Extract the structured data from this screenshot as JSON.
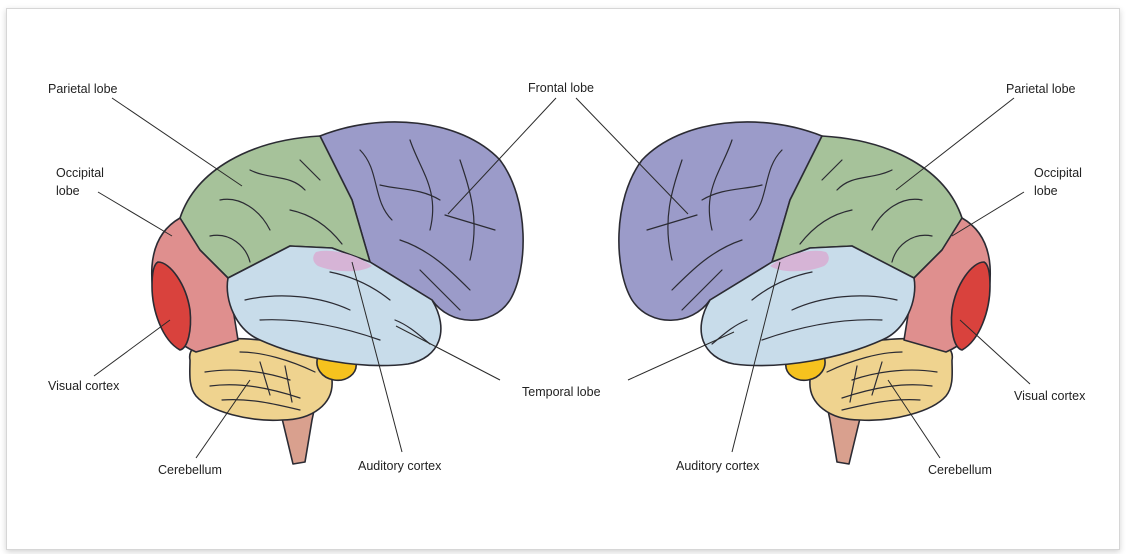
{
  "labels": {
    "left": {
      "parietal_lobe": "Parietal lobe",
      "occipital_lobe_line1": "Occipital",
      "occipital_lobe_line2": "lobe",
      "visual_cortex": "Visual cortex",
      "cerebellum": "Cerebellum",
      "auditory_cortex": "Auditory cortex"
    },
    "center": {
      "frontal_lobe": "Frontal lobe",
      "temporal_lobe": "Temporal lobe"
    },
    "right": {
      "parietal_lobe": "Parietal lobe",
      "occipital_lobe_line1": "Occipital",
      "occipital_lobe_line2": "lobe",
      "visual_cortex": "Visual cortex",
      "cerebellum": "Cerebellum",
      "auditory_cortex": "Auditory cortex"
    }
  },
  "colors": {
    "frontal": "#9b9bc9",
    "parietal": "#a6c29a",
    "occipital": "#df8f8e",
    "visual": "#d9423d",
    "temporal": "#c8dcea",
    "auditory": "#d6b4d6",
    "cerebellum": "#efd38f",
    "pons": "#f6c21e",
    "brainstem": "#d9a08e"
  }
}
